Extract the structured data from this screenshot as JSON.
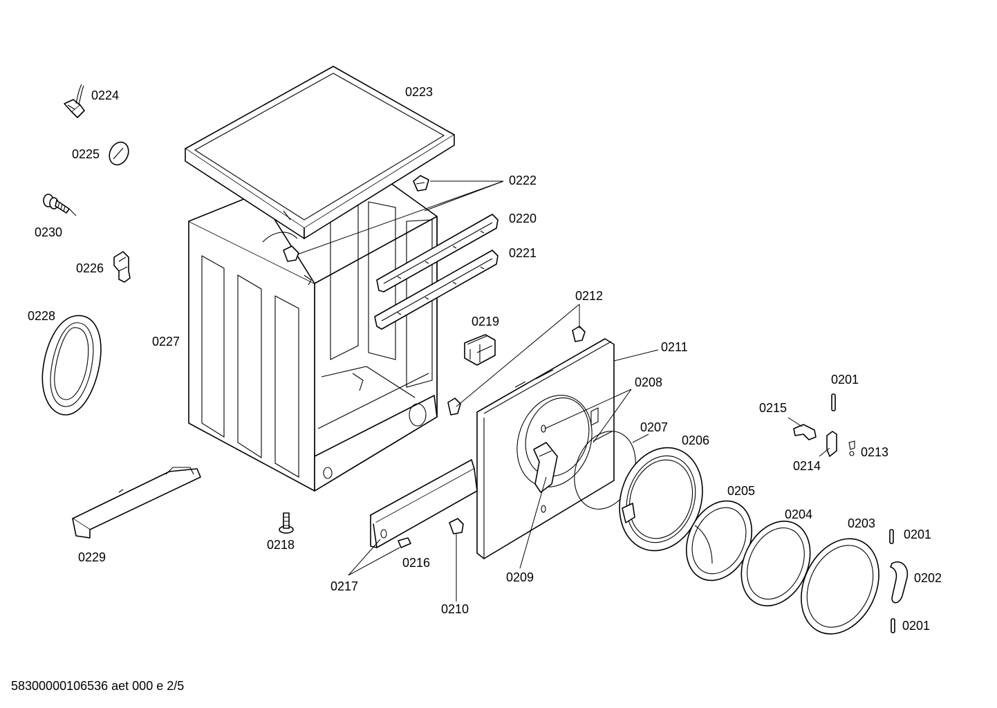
{
  "diagram": {
    "footer": "58300000106536 aet 000 e 2/5",
    "labels": {
      "p0224": "0224",
      "p0225": "0225",
      "p0230": "0230",
      "p0226": "0226",
      "p0228": "0228",
      "p0227": "0227",
      "p0229": "0229",
      "p0223": "0223",
      "p0222": "0222",
      "p0220": "0220",
      "p0221": "0221",
      "p0212": "0212",
      "p0219": "0219",
      "p0211": "0211",
      "p0208": "0208",
      "p0207": "0207",
      "p0206": "0206",
      "p0205": "0205",
      "p0204": "0204",
      "p0203": "0203",
      "p0201a": "0201",
      "p0201b": "0201",
      "p0201c": "0201",
      "p0202": "0202",
      "p0215": "0215",
      "p0214": "0214",
      "p0213": "0213",
      "p0218": "0218",
      "p0216": "0216",
      "p0217": "0217",
      "p0210": "0210",
      "p0209": "0209"
    }
  }
}
